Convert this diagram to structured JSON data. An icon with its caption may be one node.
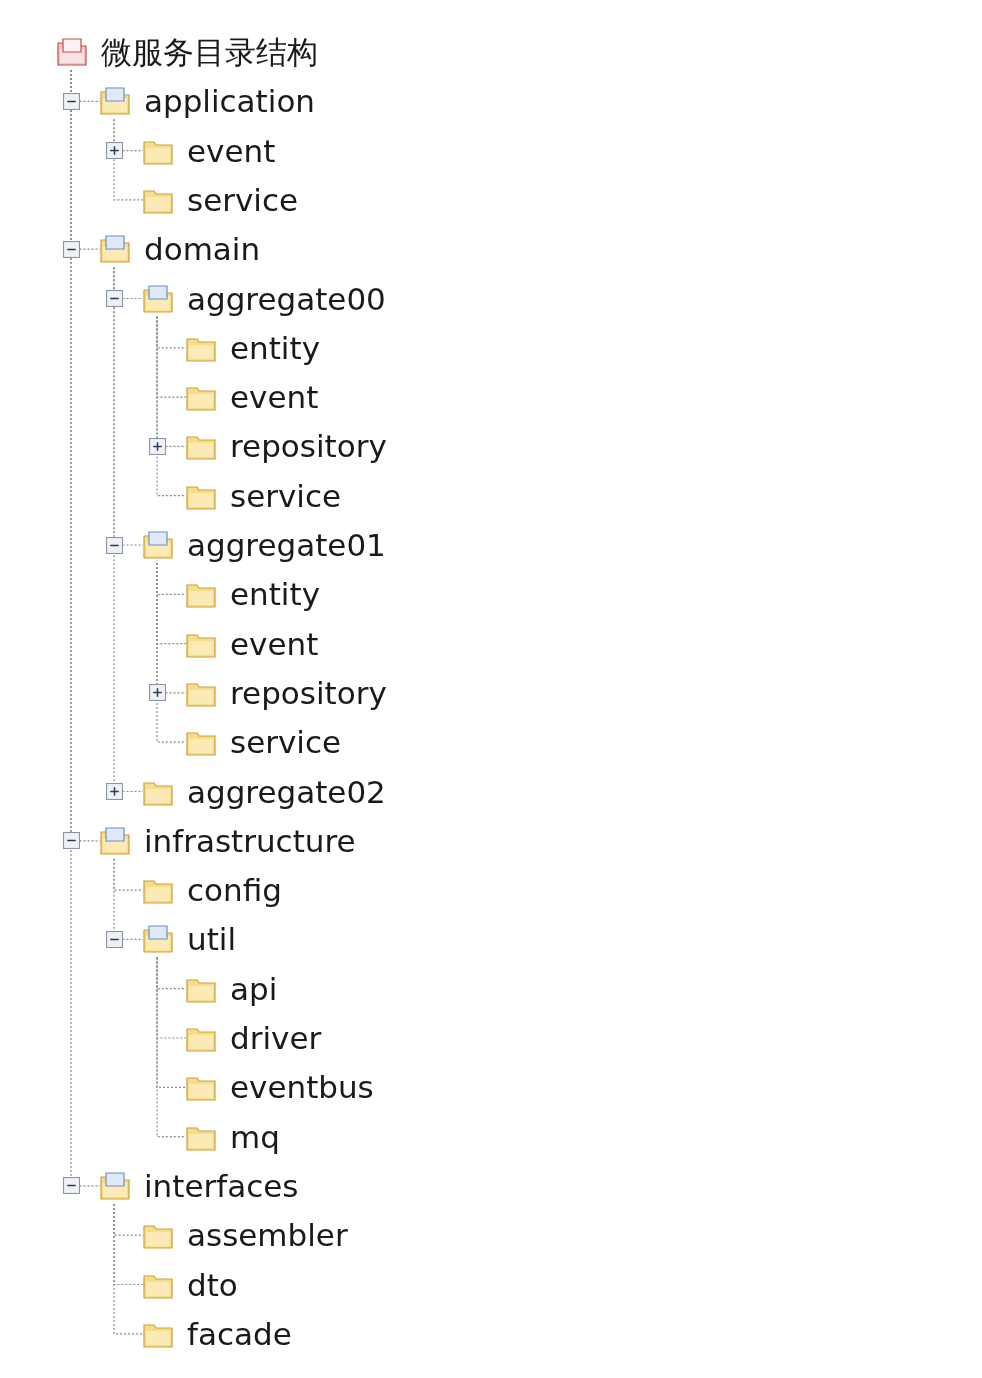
{
  "diagram": {
    "nodes": [
      {
        "text": [
          "微服务目录结构"
        ]
      },
      {
        "text": [],
        "shape": "box"
      },
      {
        "text": [
          "application"
        ]
      },
      {
        "text": [],
        "shape": "box"
      },
      {
        "text": [
          "event"
        ]
      },
      {
        "text": [
          "service"
        ]
      },
      {
        "text": [],
        "shape": "box"
      },
      {
        "text": [
          "domain"
        ]
      },
      {
        "text": [],
        "shape": "box"
      },
      {
        "text": [
          "aggregate00"
        ]
      },
      {
        "text": [
          "entity"
        ]
      },
      {
        "text": [
          "event"
        ]
      },
      {
        "text": [],
        "shape": "box"
      },
      {
        "text": [
          "repository"
        ]
      },
      {
        "text": [
          "service"
        ]
      },
      {
        "text": [],
        "shape": "box"
      },
      {
        "text": [
          "aggregate01"
        ]
      },
      {
        "text": [
          "entity"
        ]
      },
      {
        "text": [
          "event"
        ]
      },
      {
        "text": [],
        "shape": "box"
      },
      {
        "text": [
          "repository"
        ]
      },
      {
        "text": [
          "service"
        ]
      },
      {
        "text": [],
        "shape": "box"
      },
      {
        "text": [
          "aggregate02"
        ]
      },
      {
        "text": [],
        "shape": "box"
      },
      {
        "text": [
          "infrastructure"
        ]
      },
      {
        "text": [
          "config"
        ]
      },
      {
        "text": [],
        "shape": "box"
      },
      {
        "text": [
          "util"
        ]
      },
      {
        "text": [
          "api"
        ]
      },
      {
        "text": [
          "driver"
        ]
      },
      {
        "text": [
          "eventbus"
        ]
      },
      {
        "text": [
          "mq"
        ]
      },
      {
        "text": [],
        "shape": "box"
      },
      {
        "text": [
          "interfaces"
        ]
      },
      {
        "text": [
          "assembler"
        ]
      },
      {
        "text": [
          "dto"
        ]
      },
      {
        "text": [
          "facade"
        ]
      }
    ],
    "edges": [
      {
        "from": 0,
        "to": 1,
        "arrow": "none",
        "style": "dashed"
      },
      {
        "from": 1,
        "to": 2,
        "arrow": "none",
        "style": "dashed"
      },
      {
        "from": 2,
        "to": 3,
        "arrow": "none",
        "style": "dashed"
      },
      {
        "from": 3,
        "to": 4,
        "arrow": "none",
        "style": "dashed"
      },
      {
        "from": 2,
        "to": 5,
        "arrow": "none",
        "style": "dashed"
      },
      {
        "from": 0,
        "to": 6,
        "arrow": "none",
        "style": "dashed"
      },
      {
        "from": 6,
        "to": 7,
        "arrow": "none",
        "style": "dashed"
      },
      {
        "from": 7,
        "to": 8,
        "arrow": "none",
        "style": "dashed"
      },
      {
        "from": 8,
        "to": 9,
        "arrow": "none",
        "style": "dashed"
      },
      {
        "from": 9,
        "to": 10,
        "arrow": "none",
        "style": "dashed"
      },
      {
        "from": 9,
        "to": 11,
        "arrow": "none",
        "style": "dashed"
      },
      {
        "from": 9,
        "to": 12,
        "arrow": "none",
        "style": "dashed"
      },
      {
        "from": 12,
        "to": 13,
        "arrow": "none",
        "style": "dashed"
      },
      {
        "from": 9,
        "to": 14,
        "arrow": "none",
        "style": "dashed"
      },
      {
        "from": 7,
        "to": 15,
        "arrow": "none",
        "style": "dashed"
      },
      {
        "from": 15,
        "to": 16,
        "arrow": "none",
        "style": "dashed"
      },
      {
        "from": 16,
        "to": 17,
        "arrow": "none",
        "style": "dashed"
      },
      {
        "from": 16,
        "to": 18,
        "arrow": "none",
        "style": "dashed"
      },
      {
        "from": 16,
        "to": 19,
        "arrow": "none",
        "style": "dashed"
      },
      {
        "from": 19,
        "to": 20,
        "arrow": "none",
        "style": "dashed"
      },
      {
        "from": 16,
        "to": 21,
        "arrow": "none",
        "style": "dashed"
      },
      {
        "from": 7,
        "to": 22,
        "arrow": "none",
        "style": "dashed"
      },
      {
        "from": 22,
        "to": 23,
        "arrow": "none",
        "style": "dashed"
      },
      {
        "from": 0,
        "to": 24,
        "arrow": "none",
        "style": "dashed"
      },
      {
        "from": 24,
        "to": 25,
        "arrow": "none",
        "style": "dashed"
      },
      {
        "from": 25,
        "to": 26,
        "arrow": "none",
        "style": "dashed"
      },
      {
        "from": 25,
        "to": 27,
        "arrow": "none",
        "style": "dashed"
      },
      {
        "from": 27,
        "to": 28,
        "arrow": "none",
        "style": "dashed"
      },
      {
        "from": 28,
        "to": 29,
        "arrow": "none",
        "style": "dashed"
      },
      {
        "from": 28,
        "to": 30,
        "arrow": "none",
        "style": "dashed"
      },
      {
        "from": 28,
        "to": 31,
        "arrow": "none",
        "style": "dashed"
      },
      {
        "from": 28,
        "to": 32,
        "arrow": "none",
        "style": "dashed"
      },
      {
        "from": 0,
        "to": 33,
        "arrow": "none",
        "style": "dashed"
      },
      {
        "from": 33,
        "to": 34,
        "arrow": "none",
        "style": "dashed"
      },
      {
        "from": 34,
        "to": 35,
        "arrow": "none",
        "style": "dashed"
      },
      {
        "from": 34,
        "to": 36,
        "arrow": "none",
        "style": "dashed"
      },
      {
        "from": 34,
        "to": 37,
        "arrow": "none",
        "style": "dashed"
      }
    ]
  }
}
